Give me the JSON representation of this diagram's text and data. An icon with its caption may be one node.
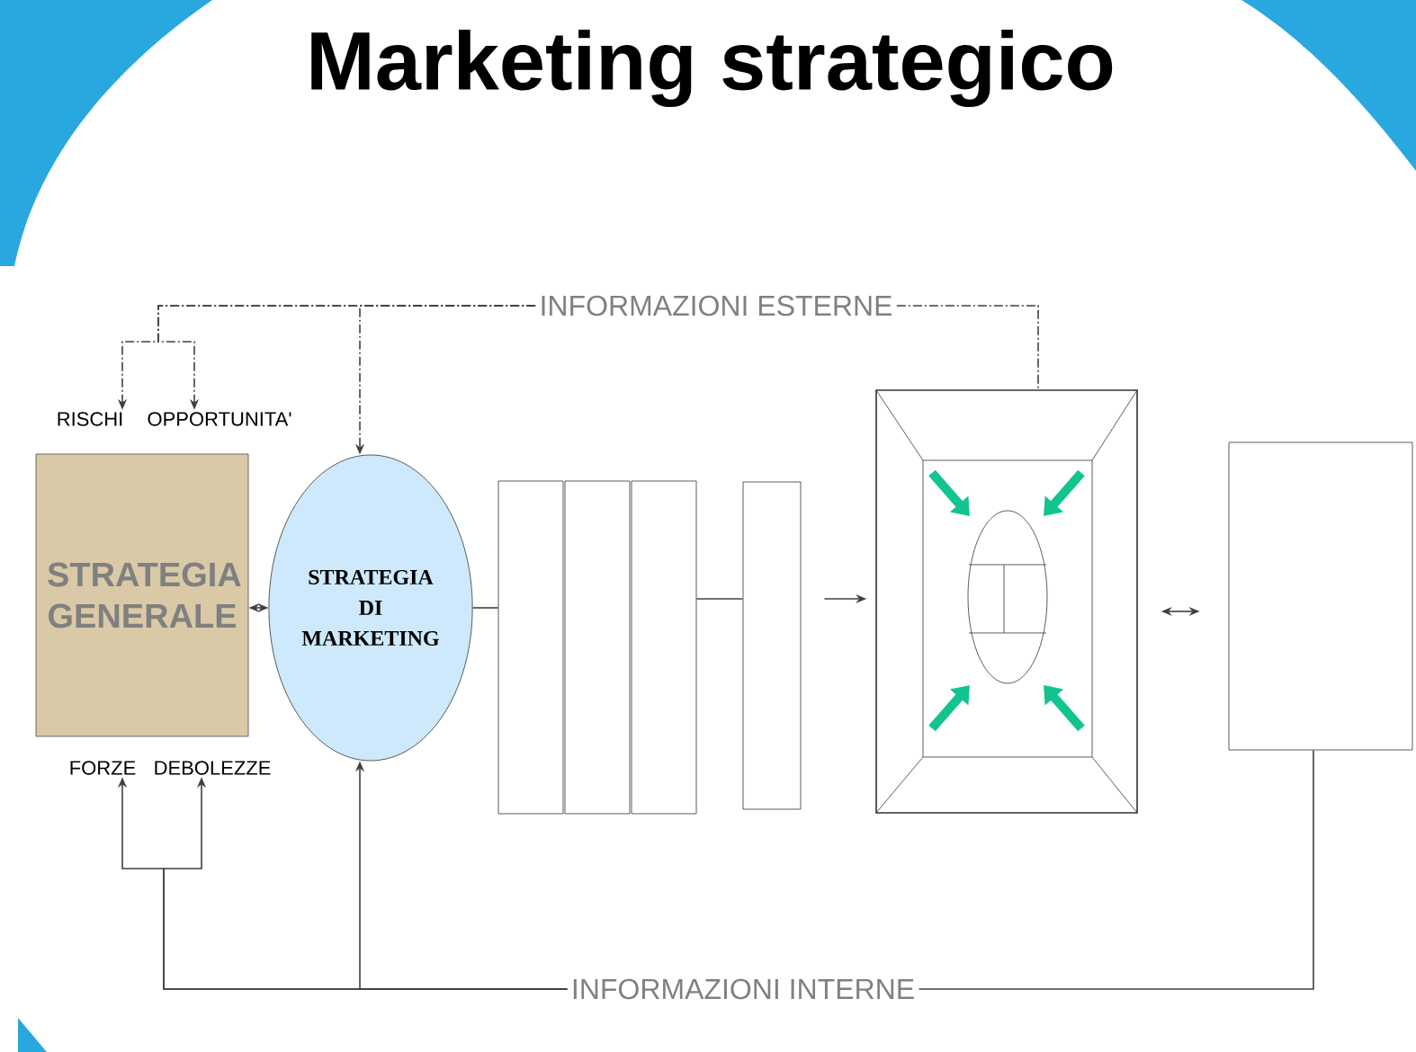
{
  "diagram": {
    "title": "Marketing strategico",
    "nodes": [
      {
        "text": [
          "INFORMAZIONI ESTERNE"
        ]
      },
      {
        "text": [
          "RISCHI"
        ]
      },
      {
        "text": [
          "OPPORTUNITA'"
        ]
      },
      {
        "text": [
          "STRATEGIA GENERALE"
        ]
      },
      {
        "text": [
          "STRATEGIA DI MARKETING"
        ]
      },
      {
        "text": [],
        "shape": "box"
      },
      {
        "text": [],
        "shape": "box"
      },
      {
        "text": [],
        "shape": "box"
      },
      {
        "text": [],
        "shape": "box"
      },
      {
        "text": [],
        "shape": "box"
      },
      {
        "text": [],
        "shape": "box"
      },
      {
        "text": [
          "FORZE"
        ]
      },
      {
        "text": [
          "DEBOLEZZE"
        ]
      },
      {
        "text": [
          "INFORMAZIONI INTERNE"
        ]
      }
    ],
    "edges": [
      {
        "from": 0,
        "to": 1,
        "arrow": "to",
        "style": "dashed"
      },
      {
        "from": 0,
        "to": 2,
        "arrow": "to",
        "style": "dashed"
      },
      {
        "from": 0,
        "to": 4,
        "arrow": "to",
        "style": "dashed"
      },
      {
        "from": 0,
        "to": 9,
        "arrow": "none",
        "style": "dashed"
      },
      {
        "from": 3,
        "to": 4,
        "arrow": "both"
      },
      {
        "from": 4,
        "to": 5,
        "arrow": "none"
      },
      {
        "from": 7,
        "to": 8,
        "arrow": "none"
      },
      {
        "from": 8,
        "to": 9,
        "arrow": "to"
      },
      {
        "from": 9,
        "to": 10,
        "arrow": "both"
      },
      {
        "from": 13,
        "to": 11,
        "arrow": "to"
      },
      {
        "from": 13,
        "to": 12,
        "arrow": "to"
      },
      {
        "from": 13,
        "to": 4,
        "arrow": "to"
      },
      {
        "from": 10,
        "to": 13,
        "arrow": "none"
      }
    ]
  }
}
